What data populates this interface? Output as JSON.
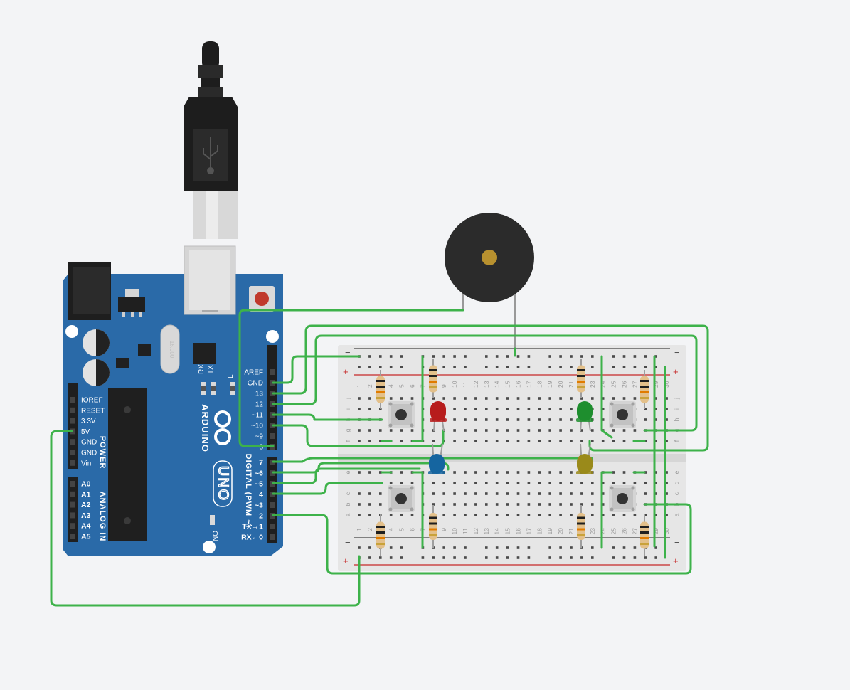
{
  "arduino": {
    "brand": "ARDUINO",
    "model": "UNO",
    "digital_title": "DIGITAL (PWM ~)",
    "power_title": "POWER",
    "analog_title": "ANALOG IN",
    "on_label": "ON",
    "chip_label": "16.000",
    "led_labels": [
      "RX",
      "TX",
      "L"
    ],
    "power_pins": [
      "IOREF",
      "RESET",
      "3.3V",
      "5V",
      "GND",
      "GND",
      "Vin"
    ],
    "analog_pins": [
      "A0",
      "A1",
      "A2",
      "A3",
      "A4",
      "A5"
    ],
    "digital_top": [
      "AREF",
      "GND",
      "13",
      "12",
      "~11",
      "~10",
      "~9",
      "8"
    ],
    "digital_bottom": [
      "7",
      "~6",
      "~5",
      "4",
      "~3",
      "2",
      "TX→1",
      "RX←0"
    ]
  },
  "breadboard": {
    "rows_top": [
      "j",
      "i",
      "h",
      "g",
      "f"
    ],
    "rows_bottom": [
      "e",
      "d",
      "c",
      "b",
      "a"
    ],
    "column_numbers": [
      "1",
      "2",
      "3",
      "4",
      "5",
      "6",
      "7",
      "8",
      "9",
      "10",
      "11",
      "12",
      "13",
      "14",
      "15",
      "16",
      "17",
      "18",
      "19",
      "20",
      "21",
      "22",
      "23",
      "24",
      "25",
      "26",
      "27",
      "28",
      "29",
      "30"
    ],
    "rail_minus": "−",
    "rail_plus": "+"
  },
  "components": {
    "leds": [
      {
        "name": "red-led",
        "color": "#b71c1c"
      },
      {
        "name": "green-led",
        "color": "#1e8e2e"
      },
      {
        "name": "blue-led",
        "color": "#1565a0"
      },
      {
        "name": "yellow-led",
        "color": "#9a8a1a"
      }
    ],
    "resistor_count": 8,
    "button_count": 4,
    "buzzer_count": 1
  },
  "colors": {
    "wire": "#3db24a",
    "board": "#2a6aa8",
    "background": "#f3f4f6"
  }
}
